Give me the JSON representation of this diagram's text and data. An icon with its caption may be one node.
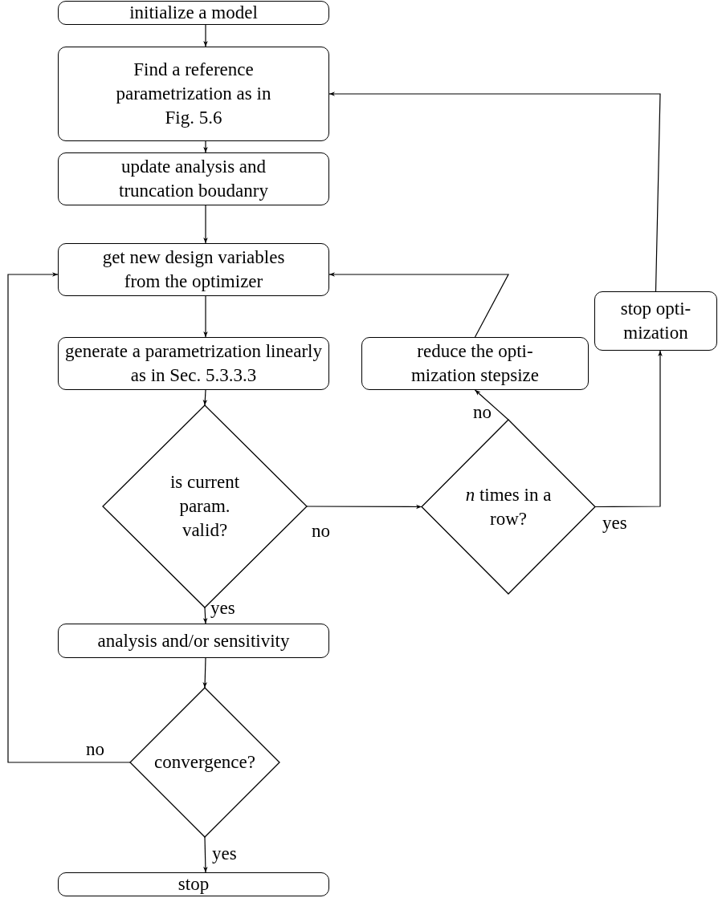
{
  "diagram": {
    "nodes": [
      {
        "text": [
          "initialize a model"
        ]
      },
      {
        "text": [
          "Find a reference parametrization as in Fig. 5.6"
        ]
      },
      {
        "text": [
          "update analysis and truncation boudanry"
        ]
      },
      {
        "text": [
          "get new design variables from the optimizer"
        ]
      },
      {
        "text": [
          "generate a parametrization linearly as in Sec. 5.3.3.3"
        ]
      },
      {
        "text": [
          "is current param. valid?"
        ]
      },
      {
        "text": [
          "*n* times in a row?"
        ]
      },
      {
        "text": [
          "reduce the opti- mization stepsize"
        ]
      },
      {
        "text": [
          "stop opti- mization"
        ]
      },
      {
        "text": [
          "analysis and/or sensitivity"
        ]
      },
      {
        "text": [
          "convergence?"
        ]
      },
      {
        "text": [
          "stop"
        ]
      }
    ],
    "edges": [
      {
        "from": 0,
        "to": 1,
        "arrow": "to"
      },
      {
        "from": 1,
        "to": 2,
        "arrow": "to"
      },
      {
        "from": 2,
        "to": 3,
        "arrow": "to"
      },
      {
        "from": 3,
        "to": 4,
        "arrow": "to"
      },
      {
        "from": 4,
        "to": 5,
        "arrow": "to"
      },
      {
        "from": 5,
        "to": 6,
        "arrow": "to",
        "label": "no"
      },
      {
        "from": 5,
        "to": 9,
        "arrow": "to",
        "label": "yes"
      },
      {
        "from": 6,
        "to": 7,
        "arrow": "to",
        "label": "no"
      },
      {
        "from": 6,
        "to": 8,
        "arrow": "to",
        "label": "yes"
      },
      {
        "from": 7,
        "to": 3,
        "arrow": "to"
      },
      {
        "from": 8,
        "to": 1,
        "arrow": "to"
      },
      {
        "from": 9,
        "to": 10,
        "arrow": "to"
      },
      {
        "from": 10,
        "to": 3,
        "arrow": "to",
        "label": "no"
      },
      {
        "from": 10,
        "to": 11,
        "arrow": "to",
        "label": "yes"
      }
    ]
  }
}
